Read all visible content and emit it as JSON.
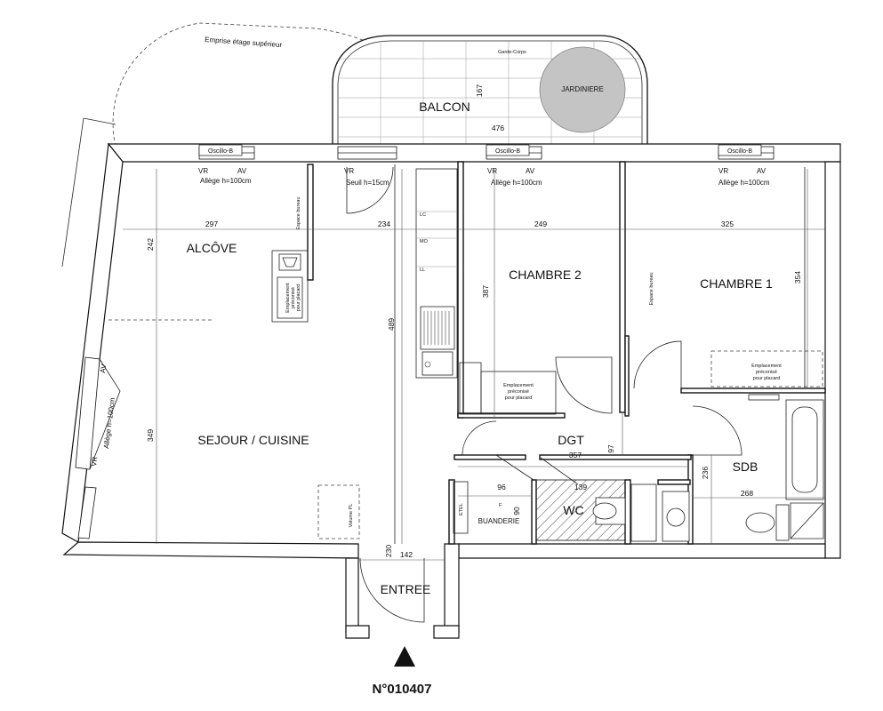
{
  "plan": {
    "lot_number": "N°010407",
    "upper_floor_note": "Emprise étage supérieur",
    "rooms": {
      "balcon": "BALCON",
      "jardiniere": "JARDINIERE",
      "alcove": "ALCÔVE",
      "sejour": "SEJOUR / CUISINE",
      "chambre2": "CHAMBRE 2",
      "chambre1": "CHAMBRE 1",
      "dgt": "DGT",
      "sdb": "SDB",
      "wc": "WC",
      "buanderie": "BUANDERIE",
      "entree": "ENTREE"
    },
    "windows": {
      "oscillo": "Oscillo-B",
      "vr": "VR",
      "av": "AV",
      "allege": "Allège h=100cm",
      "seuil": "Seuil  h=15cm"
    },
    "dimensions": {
      "d297": "297",
      "d234": "234",
      "d249": "249",
      "d325": "325",
      "d242": "242",
      "d489": "489",
      "d387": "387",
      "d354": "354",
      "d349": "349",
      "d476": "476",
      "d167": "167",
      "d97": "97",
      "d357": "357",
      "d96": "96",
      "d90": "90",
      "d139": "139",
      "d236": "236",
      "d268": "268",
      "d230": "230",
      "d142": "142"
    },
    "notes": {
      "placard": "Emplacement préconisé pour placard",
      "placard_l1": "Emplacement",
      "placard_l2": "préconisé",
      "placard_l3": "pour placard",
      "espace_bureau": "Espace bureau",
      "garde_corps": "Garde-Corps",
      "volume_pl": "Volume PL",
      "lc": "LC",
      "ll": "LL",
      "mo": "MO",
      "f": "F",
      "etel": "ETEL"
    }
  }
}
